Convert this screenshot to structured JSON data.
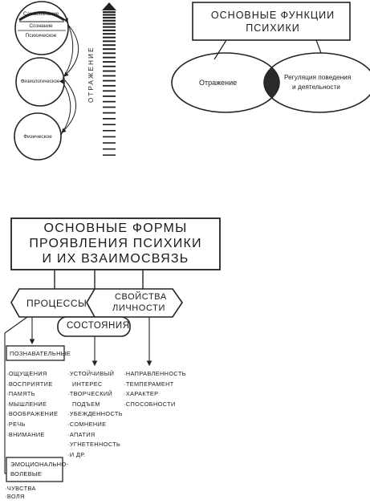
{
  "top_left": {
    "circle_top_labels": [
      "Самосознание",
      "Сознание",
      "Психическое"
    ],
    "circle_mid_label": "Физиологическое",
    "circle_bottom_label": "Физическое",
    "vertical_label": "ОТРАЖЕНИЕ"
  },
  "top_right": {
    "title_line1": "ОСНОВНЫЕ ФУНКЦИИ",
    "title_line2": "ПСИХИКИ",
    "left_ellipse": "Отражение",
    "right_ellipse_line1": "Регуляция поведения",
    "right_ellipse_line2": "и деятельности"
  },
  "bottom": {
    "title_line1": "ОСНОВНЫЕ ФОРМЫ",
    "title_line2": "ПРОЯВЛЕНИЯ ПСИХИКИ",
    "title_line3": "И ИХ ВЗАИМОСВЯЗЬ",
    "processes": "ПРОЦЕССЫ",
    "properties_line1": "СВОЙСТВА",
    "properties_line2": "ЛИЧНОСТИ",
    "states": "СОСТОЯНИЯ",
    "cognitive_label": "ПОЗНАВАТЕЛЬНЫЕ",
    "cognitive_items": [
      "·ОЩУЩЕНИЯ",
      "·ВОСПРИЯТИЕ",
      "·ПАМЯТЬ",
      "·МЫШЛЕНИЕ",
      "·ВООБРАЖЕНИЕ",
      "·РЕЧЬ",
      "·ВНИМАНИЕ"
    ],
    "states_items": [
      "·УСТОЙЧИВЫЙ",
      "ИНТЕРЕС",
      "·ТВОРЧЕСКИЙ",
      "ПОДЪЕМ",
      "·УБЕЖДЕННОСТЬ",
      "·СОМНЕНИЕ",
      "·АПАТИЯ",
      "·УГНЕТЕННОСТЬ",
      "·И ДР."
    ],
    "properties_items": [
      "·НАПРАВЛЕННОСТЬ",
      "·ТЕМПЕРАМЕНТ",
      "·ХАРАКТЕР",
      "·СПОСОБНОСТИ"
    ],
    "emotional_line1": "ЭМОЦИОНАЛЬНО-",
    "emotional_line2": "ВОЛЕВЫЕ",
    "emotional_items": [
      "·ЧУВСТВА",
      "·ВОЛЯ"
    ]
  }
}
